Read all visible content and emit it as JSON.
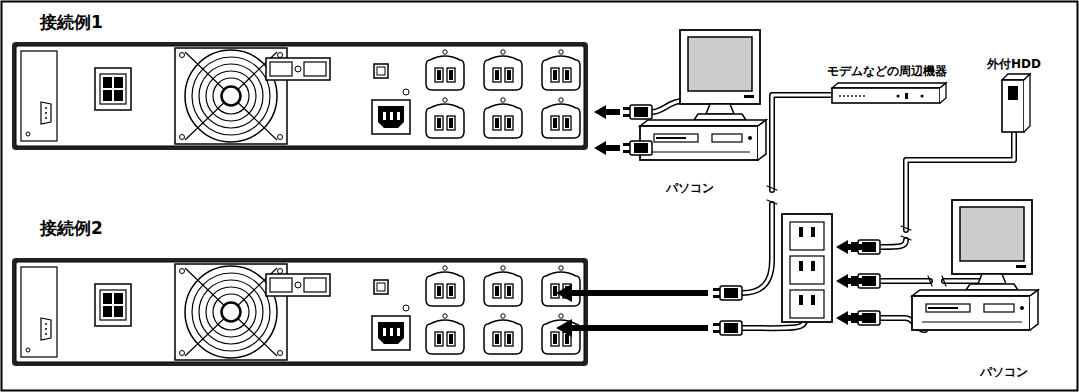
{
  "diagram": {
    "nodes": [
      {
        "text": [
          "パソコン"
        ]
      },
      {
        "text": [
          "モデムなどの周辺機器"
        ]
      },
      {
        "text": [
          "外付HDD"
        ]
      },
      {
        "text": [
          "パソコン"
        ]
      }
    ],
    "labels": [
      "接続例1",
      "接続例2"
    ]
  }
}
